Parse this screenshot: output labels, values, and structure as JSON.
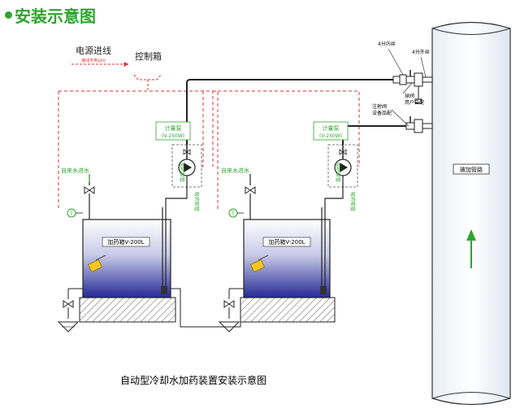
{
  "header": {
    "title": "安装示意图"
  },
  "labels": {
    "power_in": "电源进线",
    "power_sub": "接线市电1kV",
    "control_box": "控制箱",
    "inlet_4_in": "4分内丝",
    "inlet_4_out": "4分外丝",
    "ball_valve": "球阀",
    "user_supplied": "用户自配",
    "injection_valve": "注射阀",
    "device_supplied": "设备品配",
    "main_pipe": "被加管路",
    "caption": "自动型冷却水加药装置安装示意图"
  },
  "units": [
    {
      "pump_title": "计量泵",
      "pump_spec": "(V-250W)",
      "water_in": "自来水进水",
      "tank_label": "加药箱V-200L",
      "dosing_pipe": "加药软管",
      "suction_pipe": "吸药软管"
    },
    {
      "pump_title": "计量泵",
      "pump_spec": "(V-250W)",
      "water_in": "自来水进水",
      "tank_label": "加药箱V-200L",
      "dosing_pipe": "加药软管",
      "suction_pipe": "吸药软管"
    }
  ],
  "colors": {
    "accent_green": "#2ea52e",
    "dashed_red": "#e03030",
    "tank_blue": "#2a2f9a"
  }
}
